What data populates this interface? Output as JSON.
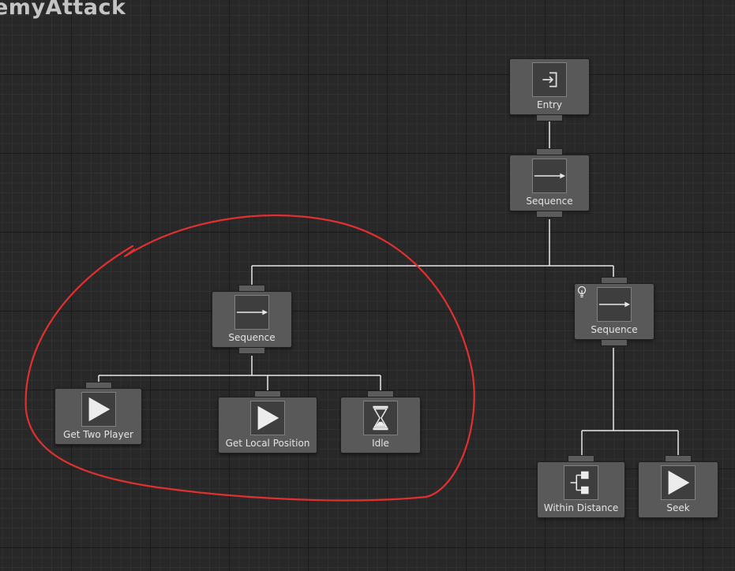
{
  "graph": {
    "title": "emyAttack"
  },
  "nodes": {
    "entry": {
      "label": "Entry",
      "icon": "entry-icon"
    },
    "root_sequence": {
      "label": "Sequence",
      "icon": "sequence-arrow-icon"
    },
    "left_sequence": {
      "label": "Sequence",
      "icon": "sequence-arrow-icon"
    },
    "right_sequence": {
      "label": "Sequence",
      "icon": "sequence-arrow-icon",
      "badge": "breakpoint-icon"
    },
    "get_two_player": {
      "label": "Get Two Player",
      "icon": "play-icon"
    },
    "get_local_position": {
      "label": "Get Local Position",
      "icon": "play-icon"
    },
    "idle": {
      "label": "Idle",
      "icon": "hourglass-icon"
    },
    "within_distance": {
      "label": "Within Distance",
      "icon": "condition-icon"
    },
    "seek": {
      "label": "Seek",
      "icon": "play-icon"
    }
  },
  "colors": {
    "canvas": "#282828",
    "node": "#595959",
    "wire": "#e8e8e8",
    "annotation": "#e03030"
  }
}
